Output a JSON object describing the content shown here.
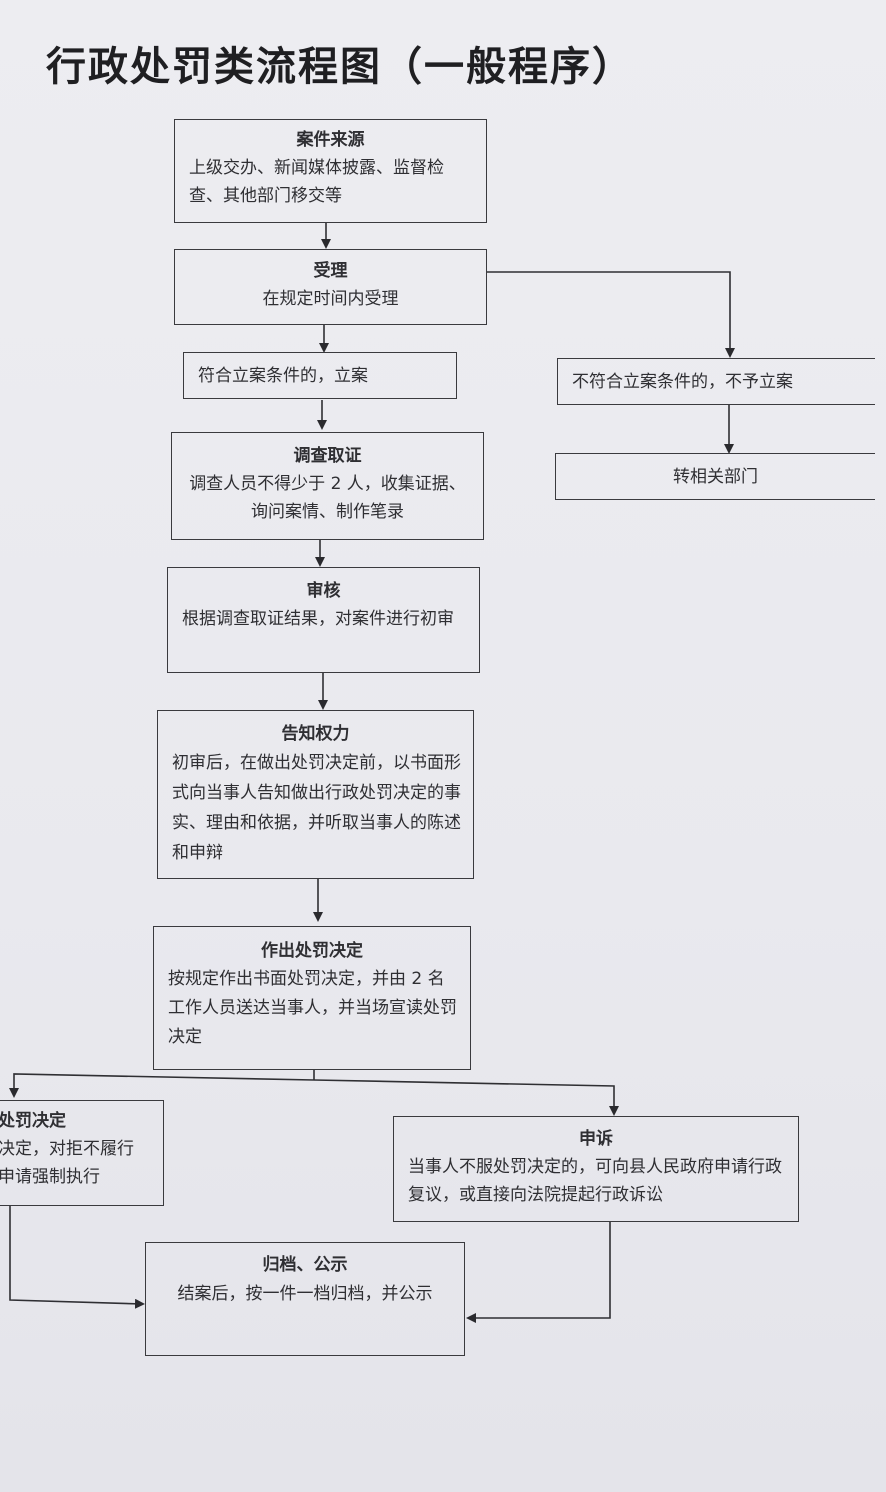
{
  "title": "行政处罚类流程图（一般程序）",
  "nodes": {
    "source": {
      "title": "案件来源",
      "body": "上级交办、新闻媒体披露、监督检查、其他部门移交等"
    },
    "accept": {
      "title": "受理",
      "body": "在规定时间内受理"
    },
    "file_case": {
      "body": "符合立案条件的，立案"
    },
    "not_file": {
      "body": "不符合立案条件的，不予立案"
    },
    "transfer": {
      "body": "转相关部门"
    },
    "investigate": {
      "title": "调查取证",
      "body": "调查人员不得少于 2 人，收集证据、询问案情、制作笔录"
    },
    "review": {
      "title": "审核",
      "body": "根据调查取证结果，对案件进行初审"
    },
    "notify": {
      "title": "告知权力",
      "body": "初审后，在做出处罚决定前，以书面形式向当事人告知做出行政处罚决定的事实、理由和依据，并听取当事人的陈述和申辩"
    },
    "decide": {
      "title": "作出处罚决定",
      "body": "按规定作出书面处罚决定，并由 2 名工作人员送达当事人，并当场宣读处罚决定"
    },
    "execute": {
      "title": "处罚决定",
      "body_line1": "决定，对拒不履行",
      "body_line2": "申请强制执行"
    },
    "appeal": {
      "title": "申诉",
      "body": "当事人不服处罚决定的，可向县人民政府申请行政复议，或直接向法院提起行政诉讼"
    },
    "archive": {
      "title": "归档、公示",
      "body": "结案后，按一件一档归档，并公示"
    }
  }
}
